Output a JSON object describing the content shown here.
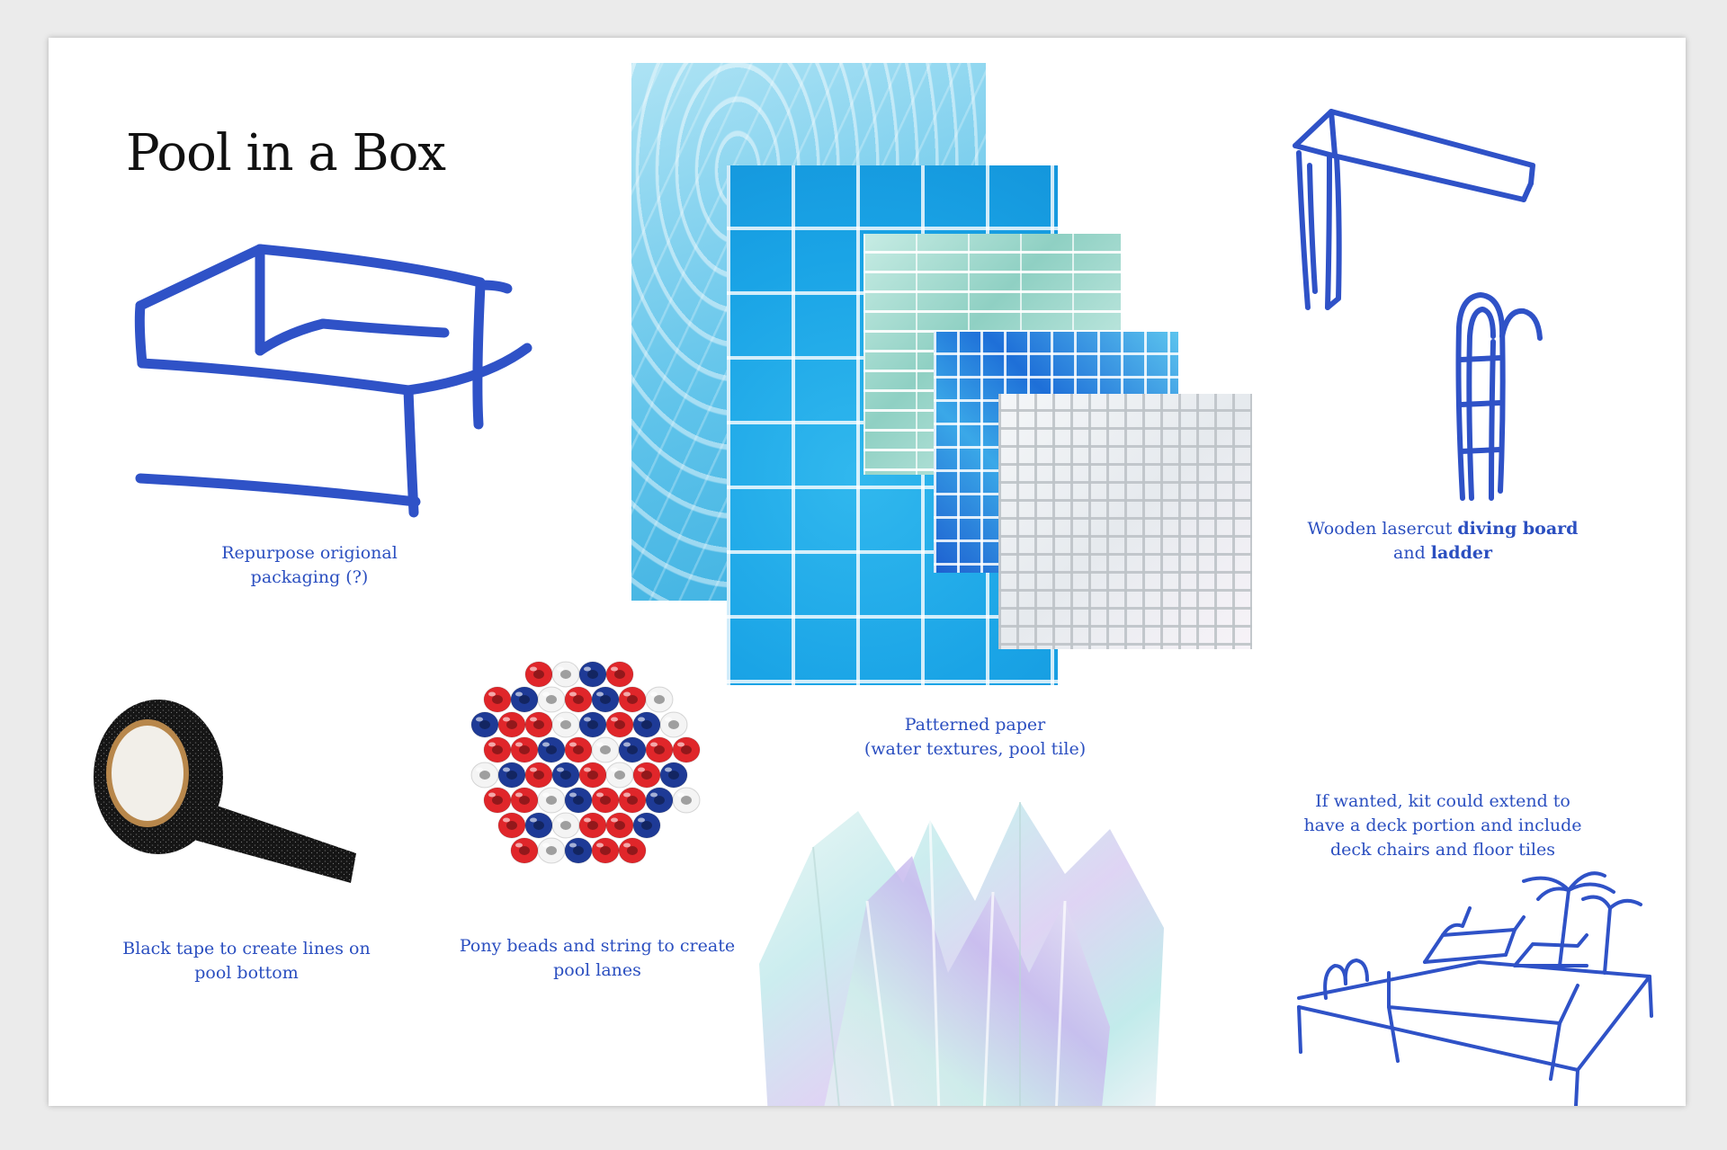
{
  "title": "Pool in a Box",
  "captions": {
    "packaging": [
      "Repurpose origional",
      "packaging (?)"
    ],
    "paper": [
      "Patterned paper",
      "(water textures, pool tile)"
    ],
    "diving": {
      "prefix": "Wooden lasercut ",
      "bold1": "diving board",
      "line2_prefix": "and ",
      "bold2": "ladder"
    },
    "tape": [
      "Black tape to create lines on",
      "pool bottom"
    ],
    "beads": [
      "Pony beads and string to create",
      "pool lanes"
    ],
    "deck": [
      "If wanted, kit could extend to",
      "have a deck portion and include",
      "deck chairs and floor tiles"
    ]
  },
  "colors": {
    "sketch_blue": "#2f52c7",
    "caption_blue": "#2b4fc0",
    "water_light": "#8fd3ee",
    "water_mid": "#2bb5ea",
    "glass_green": "#a9ddd2",
    "tile_blue": "#1f6fd6",
    "tile_white": "#eef0f2",
    "bead_red": "#e0262a",
    "bead_white": "#f4f4f4",
    "bead_navy": "#1e3a96"
  },
  "icons": {
    "box": "box-sketch-icon",
    "diving_board": "diving-board-sketch-icon",
    "ladder": "ladder-sketch-icon",
    "deck": "deck-sketch-icon",
    "tape": "tape-roll-icon",
    "beads": "pony-beads-icon",
    "film": "iridescent-film-icon"
  }
}
